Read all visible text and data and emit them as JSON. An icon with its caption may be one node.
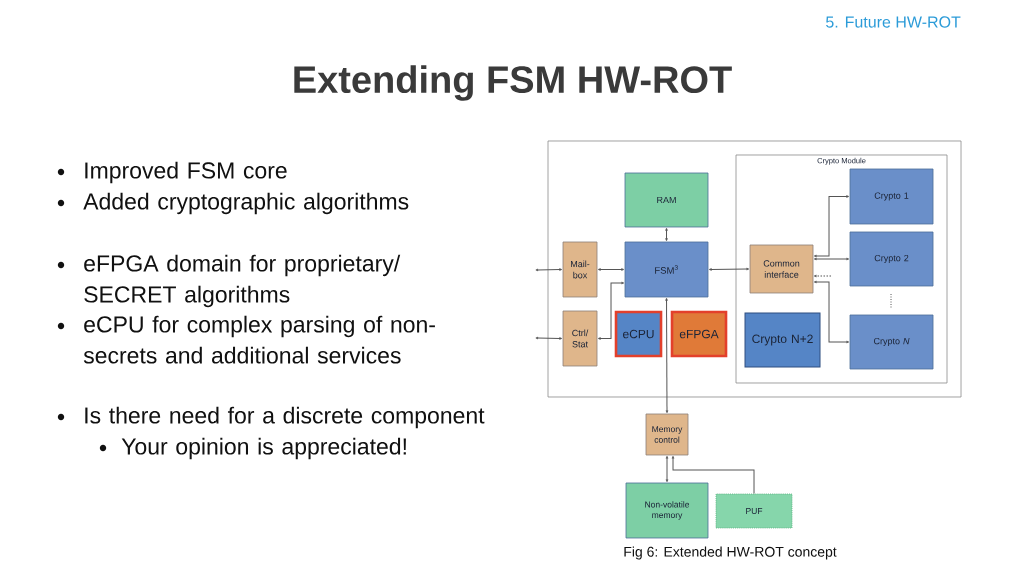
{
  "diagram": {
    "title": "Extending FSM HW-ROT",
    "caption": "Fig 6: Extended HW-ROT concept",
    "nodes": [
      {
        "text": [],
        "shape": "box"
      },
      {
        "text": [
          "Crypto Module"
        ],
        "in": 0
      },
      {
        "text": [
          "RAM"
        ],
        "in": 0
      },
      {
        "text": [
          "Mail-box"
        ],
        "in": 0
      },
      {
        "text": [
          "FSM$^{3}$"
        ],
        "in": 0
      },
      {
        "text": [
          "Ctrl/ Stat"
        ],
        "in": 0
      },
      {
        "text": [
          "eCPU"
        ],
        "in": 0
      },
      {
        "text": [
          "eFPGA"
        ],
        "in": 0
      },
      {
        "text": [
          "Common interface"
        ],
        "in": 1
      },
      {
        "text": [
          "Crypto 1"
        ],
        "in": 1
      },
      {
        "text": [
          "Crypto 2"
        ],
        "in": 1
      },
      {
        "text": [
          "Crypto N+2"
        ],
        "in": 1
      },
      {
        "text": [
          "Crypto *N*"
        ],
        "in": 1
      },
      {
        "text": [
          "Memory control"
        ]
      },
      {
        "text": [
          "Non-volatile memory"
        ]
      },
      {
        "text": [
          "PUF"
        ]
      }
    ],
    "edges": [
      {
        "from": null,
        "to": 3,
        "arrow": "both"
      },
      {
        "from": null,
        "to": 5,
        "arrow": "both"
      },
      {
        "from": 3,
        "to": 4,
        "arrow": "both"
      },
      {
        "from": 5,
        "to": 4,
        "arrow": "both"
      },
      {
        "from": 2,
        "to": 4,
        "arrow": "both"
      },
      {
        "from": 4,
        "to": 8,
        "arrow": "both"
      },
      {
        "from": 8,
        "to": 9,
        "arrow": "both"
      },
      {
        "from": 8,
        "to": 10,
        "arrow": "both"
      },
      {
        "from": null,
        "to": 8,
        "arrow": "to",
        "style": "dashed"
      },
      {
        "from": 8,
        "to": 12,
        "arrow": "both"
      },
      {
        "from": 4,
        "to": 13,
        "arrow": "both"
      },
      {
        "from": 13,
        "to": 14,
        "arrow": "both"
      },
      {
        "from": 15,
        "to": 13,
        "arrow": "to"
      }
    ],
    "labels": [
      "5. Future HW-ROT",
      "Improved FSM core",
      "Added cryptographic algorithms",
      "eFPGA domain for proprietary/ SECRET algorithms",
      "eCPU for complex parsing of non-secrets and additional services",
      "Is there need for a discrete component",
      "Your opinion is appreciated!"
    ]
  }
}
